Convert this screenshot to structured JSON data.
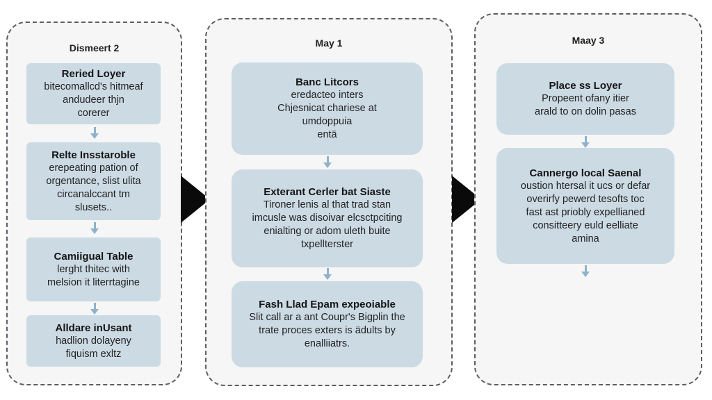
{
  "panels": [
    {
      "title": "Dismeert 2",
      "cards": [
        {
          "title": "Reried Loyer",
          "body": [
            "bitecomallcd's hitmeaf",
            "andudeer thjn",
            "corerer"
          ]
        },
        {
          "title": "Relte Insstaroble",
          "body": [
            "erepeating pation of",
            "orgentance, slist ulita",
            "circanalccant tm",
            "slusets.."
          ]
        },
        {
          "title": "Camiigual Table",
          "body": [
            "lerght thitec with",
            "melsion it literrtagine"
          ]
        },
        {
          "title": "Alldare inUsant",
          "body": [
            "hadlion dolayeny",
            "fiquism exltz"
          ]
        }
      ]
    },
    {
      "title": "May 1",
      "cards": [
        {
          "title": "Banc Litcors",
          "body": [
            "eredacteo inters",
            "Chjesnicat chariese at",
            "umdoppuia",
            "entä"
          ]
        },
        {
          "title": "Exterant Cerler bat Siaste",
          "body": [
            "Tironer lenis al that trad stan",
            "imcusle was disoivar elcsctpciting",
            "enialting or adom uleth buite",
            "txpellterster"
          ]
        },
        {
          "title": "Fash Llad Epam expeoiable",
          "body": [
            "Slit call ar a ant Coupr's Bigplin the",
            "trate proces exters is ädults by",
            "enalliiatrs."
          ]
        }
      ]
    },
    {
      "title": "Maay 3",
      "cards": [
        {
          "title": "Place ss Loyer",
          "body": [
            "Propeent ofany itier",
            "arald to on dolin pasas"
          ]
        },
        {
          "title": "Cannergo local Saenal",
          "body": [
            "oustion htersal it ucs or defar",
            "overirfy pewerd tesofts toc",
            "fast ast priobly expellianed",
            "consitteery euld eelliate",
            "amina"
          ]
        }
      ]
    }
  ],
  "connectors": [
    {
      "from": "Dismeert 2",
      "to": "May 1",
      "icon": "right-triangle-arrow-icon"
    },
    {
      "from": "May 1",
      "to": "Maay 3",
      "icon": "right-triangle-arrow-icon"
    }
  ],
  "colors": {
    "card_fill": "#ccdae4",
    "panel_fill": "#f6f6f6",
    "panel_border": "#5a5e63",
    "arrow_light": "#8eb2cc",
    "arrow_dark": "#0a0a0a"
  }
}
